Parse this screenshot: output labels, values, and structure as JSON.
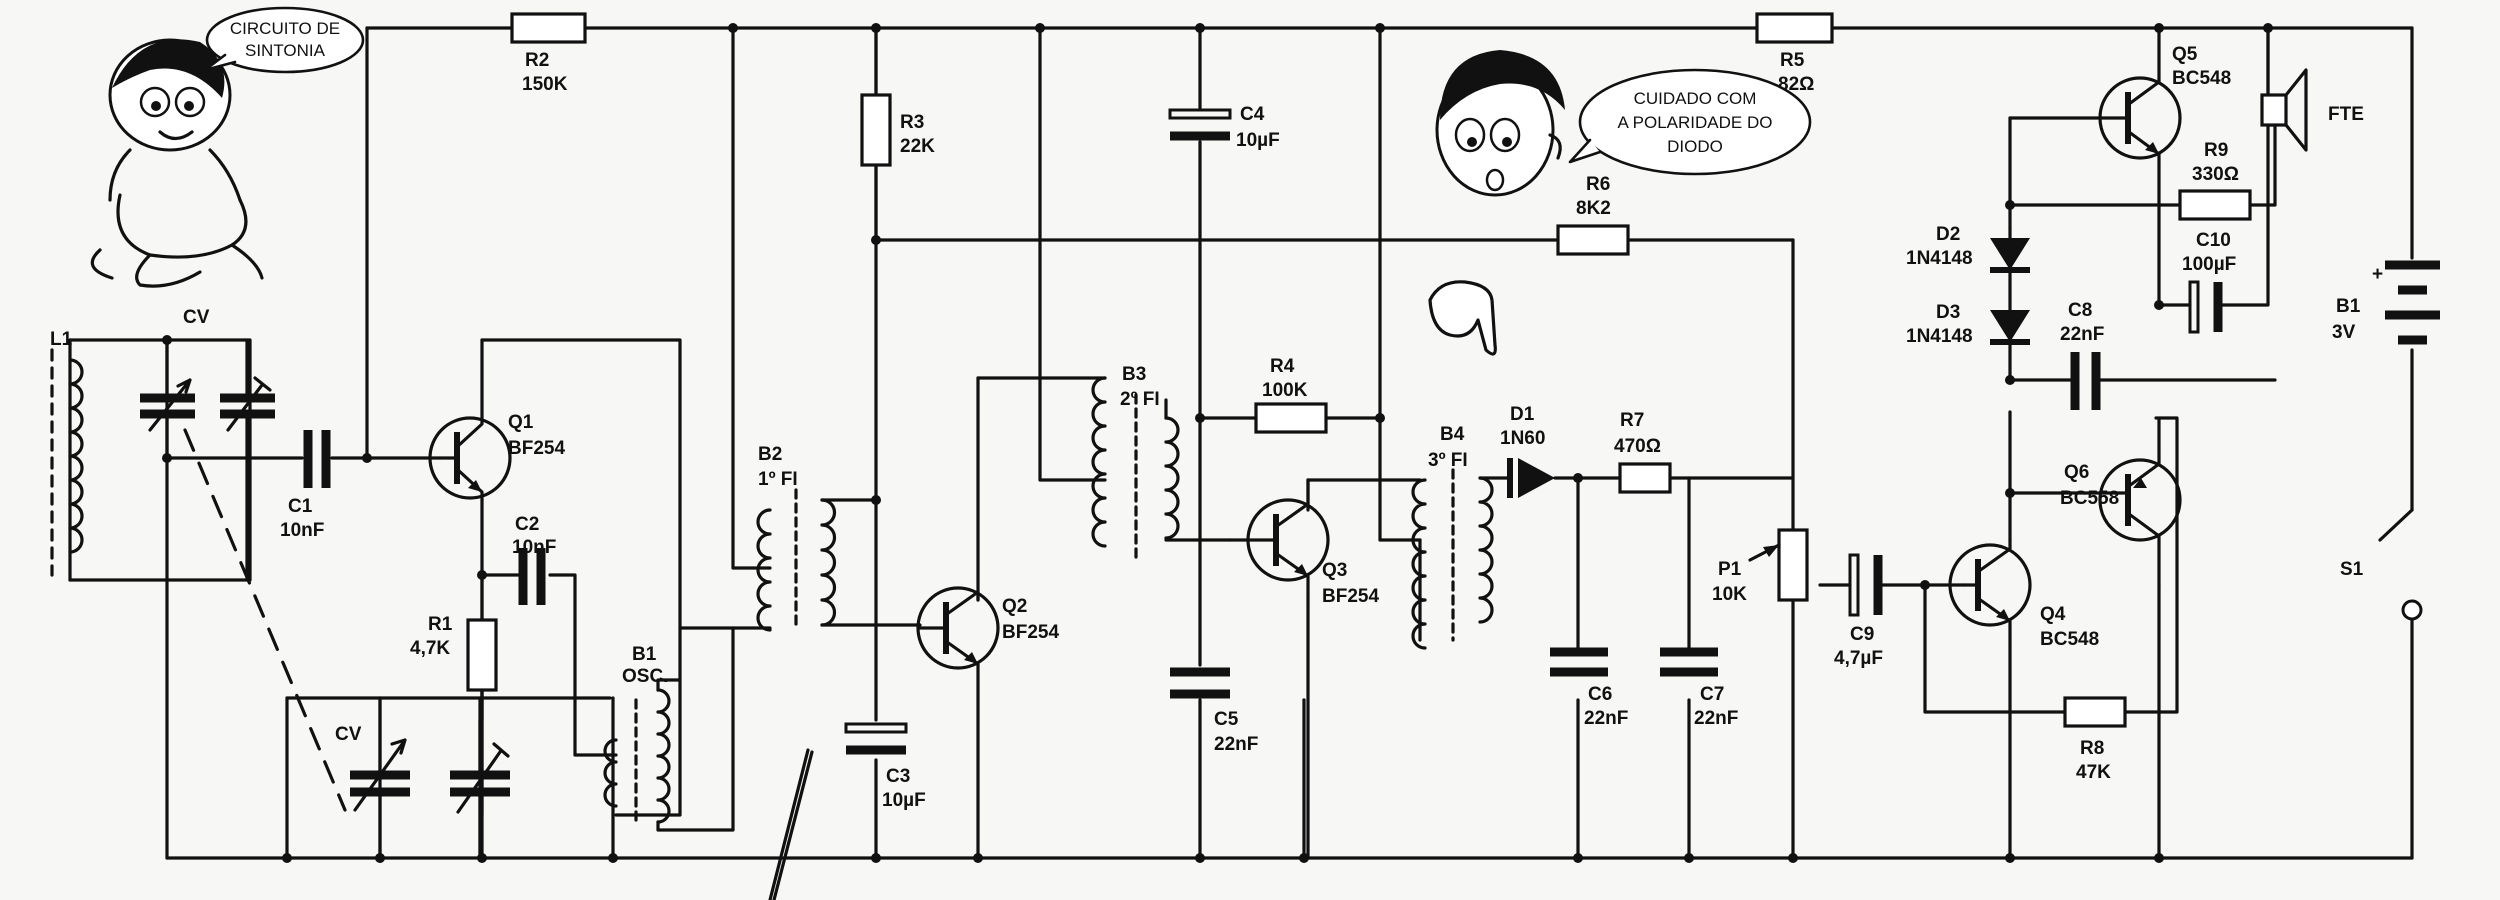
{
  "components": {
    "L1": {
      "ref": "L1"
    },
    "CV1": {
      "ref": "CV"
    },
    "C1": {
      "ref": "C1",
      "value": "10nF"
    },
    "Q1": {
      "ref": "Q1",
      "value": "BF254"
    },
    "R2": {
      "ref": "R2",
      "value": "150K"
    },
    "C2": {
      "ref": "C2",
      "value": "10nF"
    },
    "R1": {
      "ref": "R1",
      "value": "4,7K"
    },
    "B1": {
      "ref": "B1",
      "value": "OSC."
    },
    "CV2": {
      "ref": "CV"
    },
    "B2": {
      "ref": "B2",
      "value": "1º FI"
    },
    "R3": {
      "ref": "R3",
      "value": "22K"
    },
    "C3": {
      "ref": "C3",
      "value": "10µF"
    },
    "Q2": {
      "ref": "Q2",
      "value": "BF254"
    },
    "C4": {
      "ref": "C4",
      "value": "10µF"
    },
    "B3": {
      "ref": "B3",
      "value": "2º FI"
    },
    "R4": {
      "ref": "R4",
      "value": "100K"
    },
    "C5": {
      "ref": "C5",
      "value": "22nF"
    },
    "Q3": {
      "ref": "Q3",
      "value": "BF254"
    },
    "B4": {
      "ref": "B4",
      "value": "3º FI"
    },
    "D1": {
      "ref": "D1",
      "value": "1N60"
    },
    "R7": {
      "ref": "R7",
      "value": "470Ω"
    },
    "C6": {
      "ref": "C6",
      "value": "22nF"
    },
    "C7": {
      "ref": "C7",
      "value": "22nF"
    },
    "R6": {
      "ref": "R6",
      "value": "8K2"
    },
    "R5": {
      "ref": "R5",
      "value": "82Ω"
    },
    "P1": {
      "ref": "P1",
      "value": "10K"
    },
    "C9": {
      "ref": "C9",
      "value": "4,7µF"
    },
    "Q4": {
      "ref": "Q4",
      "value": "BC548"
    },
    "R8": {
      "ref": "R8",
      "value": "47K"
    },
    "D2": {
      "ref": "D2",
      "value": "1N4148"
    },
    "D3": {
      "ref": "D3",
      "value": "1N4148"
    },
    "C8": {
      "ref": "C8",
      "value": "22nF"
    },
    "Q5": {
      "ref": "Q5",
      "value": "BC548"
    },
    "Q6": {
      "ref": "Q6",
      "value": "BC558"
    },
    "R9": {
      "ref": "R9",
      "value": "330Ω"
    },
    "C10": {
      "ref": "C10",
      "value": "100µF"
    },
    "FTE": {
      "ref": "FTE"
    },
    "B1bat": {
      "ref": "B1",
      "value": "3V",
      "plus": "+"
    },
    "S1": {
      "ref": "S1"
    }
  },
  "annotations": {
    "bubble_left": [
      "CIRCUITO DE",
      "SINTONIA"
    ],
    "bubble_right": [
      "CUIDADO COM",
      "A POLARIDADE DO",
      "DIODO"
    ]
  }
}
